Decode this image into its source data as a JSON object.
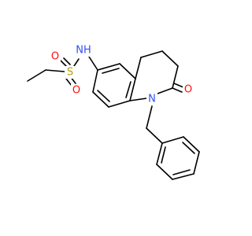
{
  "molecule": {
    "atoms": [
      {
        "id": "O1",
        "label": "O",
        "color": "#ff0d0d"
      },
      {
        "id": "O2",
        "label": "O",
        "color": "#ff0d0d"
      },
      {
        "id": "S",
        "label": "S",
        "color": "#b3a000"
      },
      {
        "id": "NH",
        "label": "NH",
        "color": "#3050f8"
      },
      {
        "id": "N",
        "label": "N",
        "color": "#3050f8"
      },
      {
        "id": "O3",
        "label": "O",
        "color": "#ff0d0d"
      }
    ]
  }
}
